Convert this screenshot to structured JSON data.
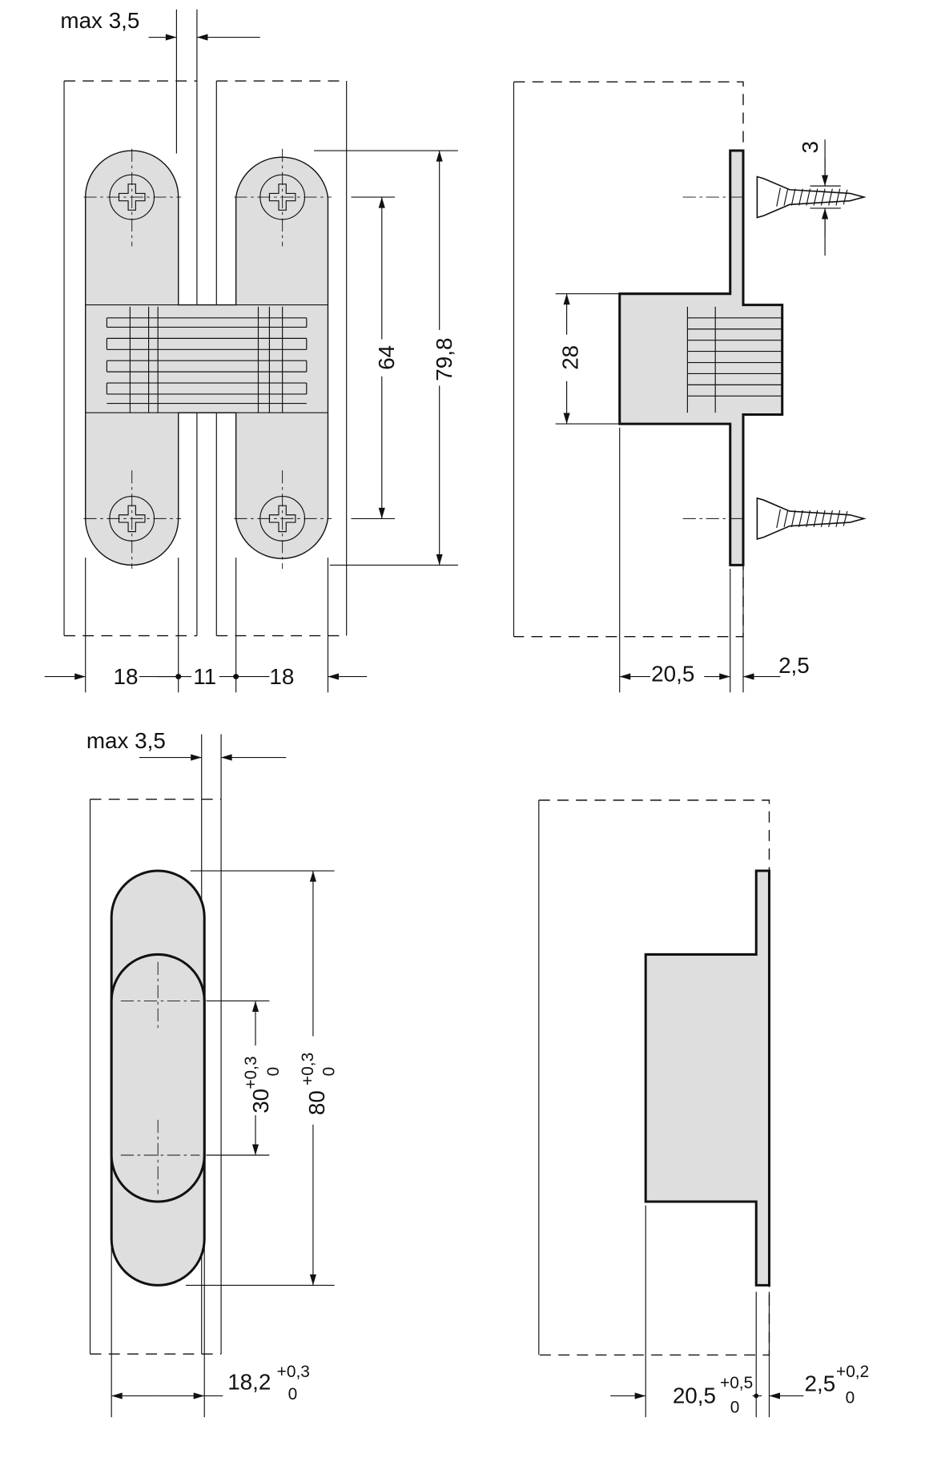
{
  "title": "Concealed hinge dimension drawing",
  "colors": {
    "part_fill": "#dedede",
    "line": "#111111"
  },
  "top_front": {
    "gap_label": "max 3,5",
    "width_left": "18",
    "spacing": "11",
    "width_right": "18",
    "screw_spacing": "64",
    "height": "79,8"
  },
  "top_side": {
    "screw_size": "3",
    "body_height": "28",
    "depth": "20,5",
    "plate": "2,5"
  },
  "bottom_front": {
    "gap_label": "max 3,5",
    "inner": {
      "value": "30",
      "tol_upper": "+0,3",
      "tol_lower": "0"
    },
    "outer": {
      "value": "80",
      "tol_upper": "+0,3",
      "tol_lower": "0"
    },
    "width": {
      "value": "18,2",
      "tol_upper": "+0,3",
      "tol_lower": "0"
    }
  },
  "bottom_side": {
    "depth": {
      "value": "20,5",
      "tol_upper": "+0,5",
      "tol_lower": "0"
    },
    "plate": {
      "value": "2,5",
      "tol_upper": "+0,2",
      "tol_lower": "0"
    }
  }
}
